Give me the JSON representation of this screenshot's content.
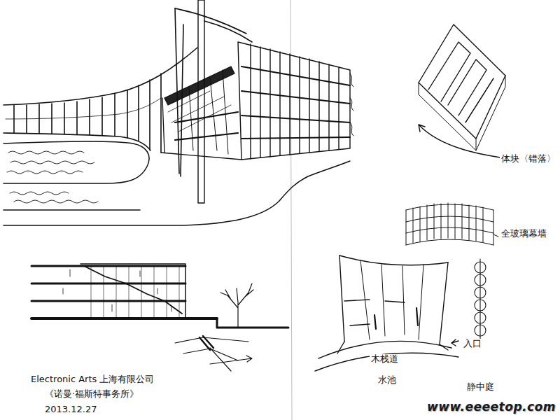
{
  "diagram": {
    "labels": [
      "体块〈错落〉",
      "全玻璃幕墙",
      "入口",
      "木栈道",
      "水池",
      "静中庭",
      "Electronic Arts 上海有限公司",
      "《诺曼·福斯特事务所》",
      "2013.12.27",
      "www.eeeetop.com"
    ]
  }
}
